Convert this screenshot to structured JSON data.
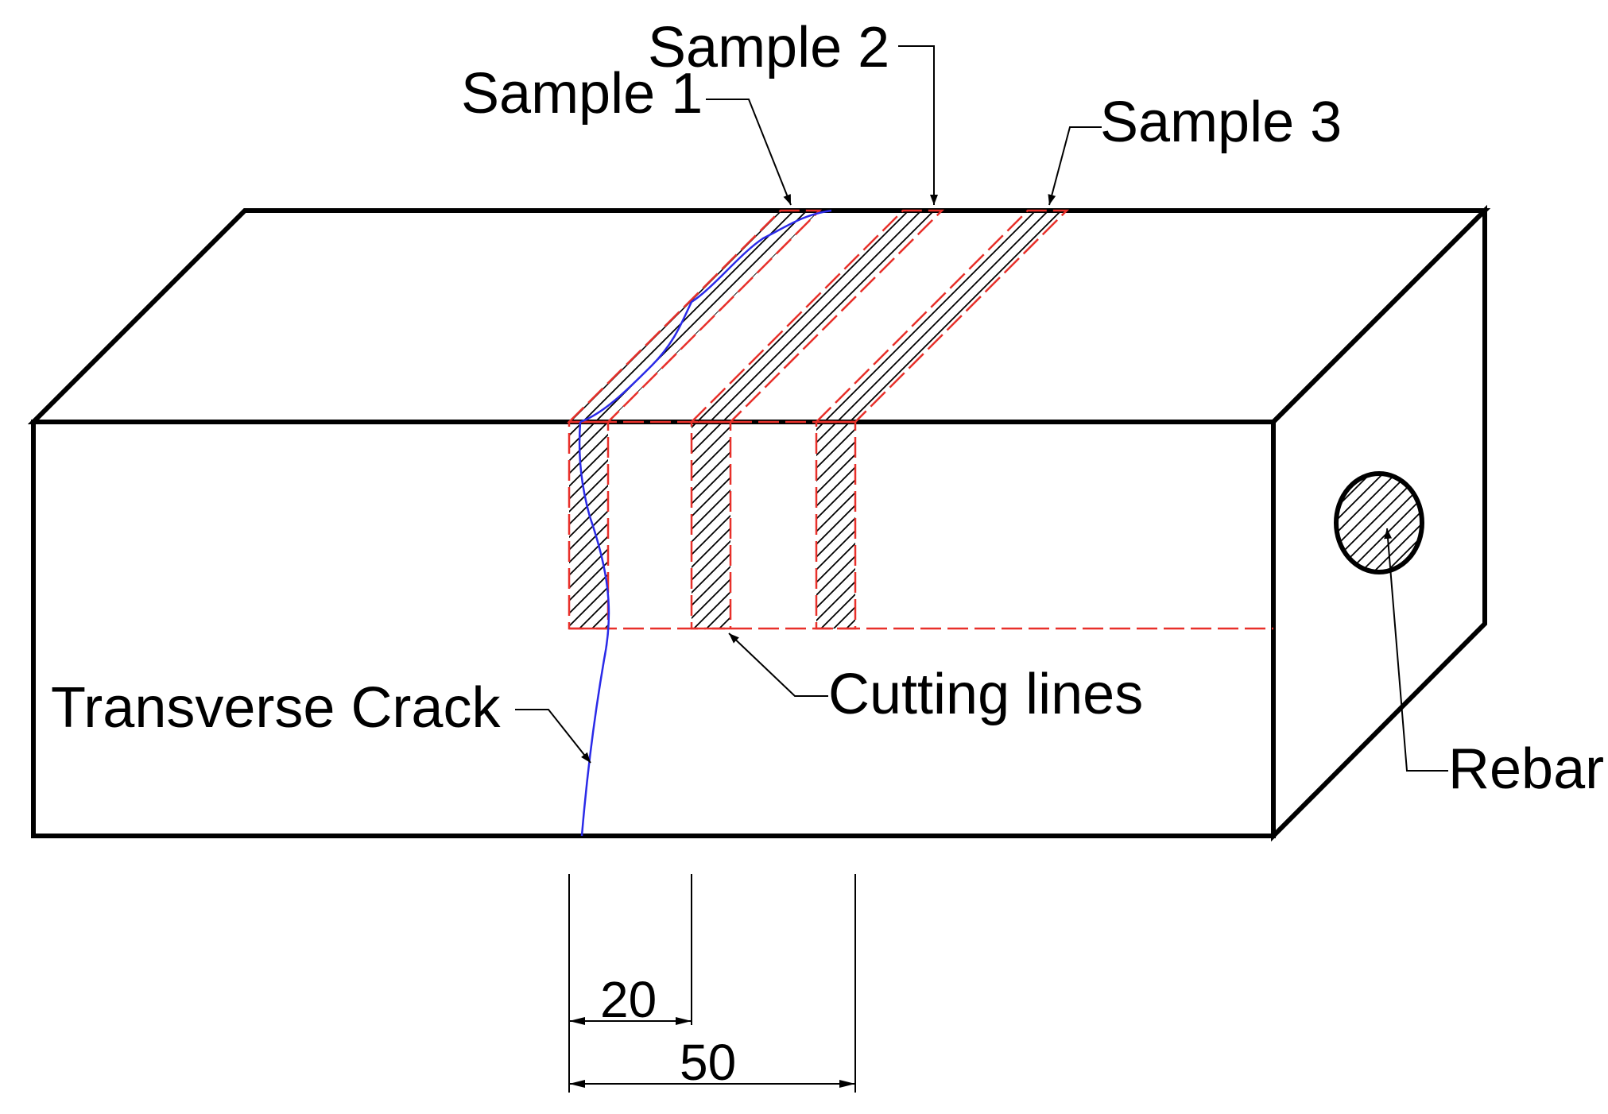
{
  "labels": {
    "sample1": "Sample 1",
    "sample2": "Sample 2",
    "sample3": "Sample 3",
    "crack": "Transverse Crack",
    "cutting": "Cutting lines",
    "rebar": "Rebar"
  },
  "dimensions": {
    "inner": "20",
    "outer": "50"
  },
  "colors": {
    "outline": "#000000",
    "cutting_lines": "#e8302a",
    "crack": "#2a2ae8",
    "background": "#ffffff"
  }
}
